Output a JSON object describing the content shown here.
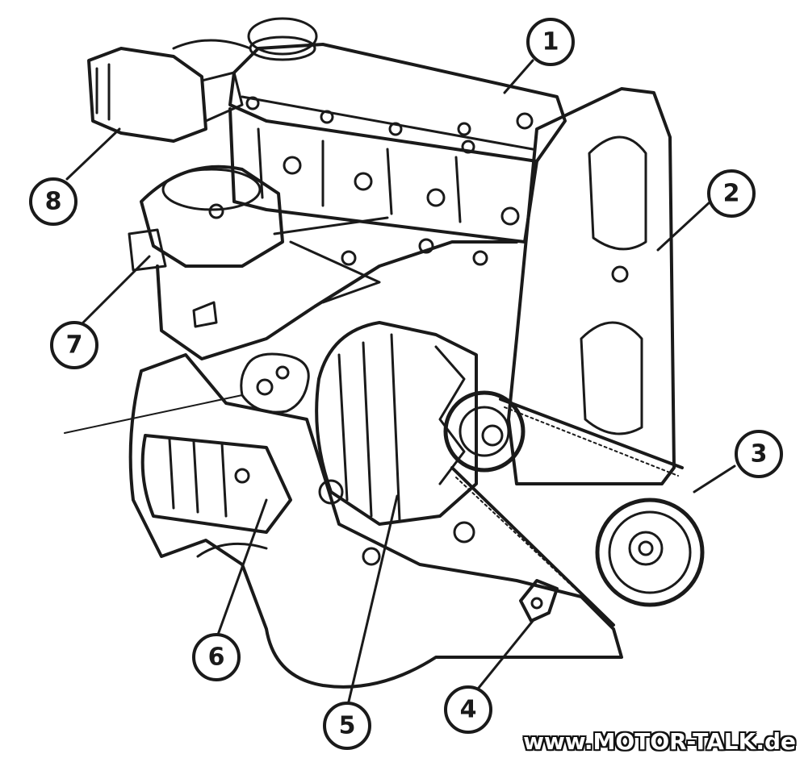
{
  "callouts": [
    {
      "id": "1",
      "label": "1"
    },
    {
      "id": "2",
      "label": "2"
    },
    {
      "id": "3",
      "label": "3"
    },
    {
      "id": "4",
      "label": "4"
    },
    {
      "id": "5",
      "label": "5"
    },
    {
      "id": "6",
      "label": "6"
    },
    {
      "id": "7",
      "label": "7"
    },
    {
      "id": "8",
      "label": "8"
    }
  ],
  "watermark": "www.MOTOR-TALK.de"
}
